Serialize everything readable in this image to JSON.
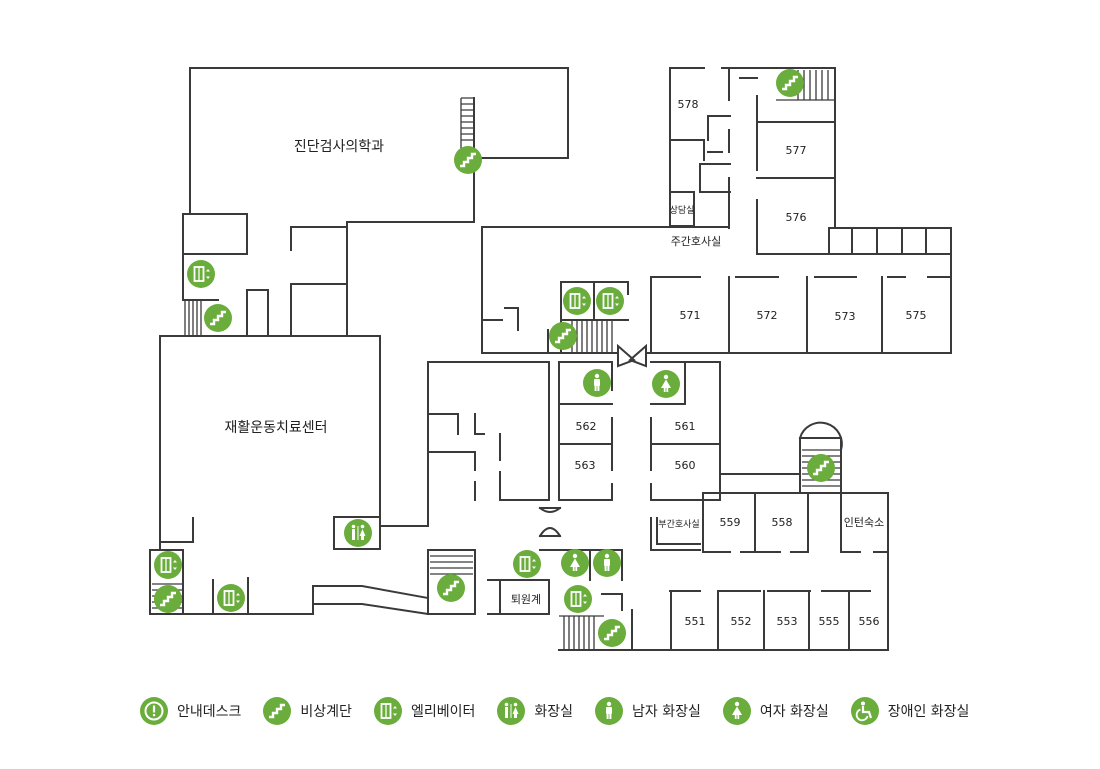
{
  "colors": {
    "icon_green": "#6aad3c",
    "wall": "#3a3a3a"
  },
  "rooms": {
    "diag": "진단검사의학과",
    "rehab": "재활운동치료센터",
    "r578": "578",
    "r577": "577",
    "r576": "576",
    "counsel": "상담실",
    "day_station": "주간호사실",
    "r571": "571",
    "r572": "572",
    "r573": "573",
    "r575": "575",
    "r562": "562",
    "r561": "561",
    "r563": "563",
    "r560": "560",
    "vice_station": "부간호사실",
    "r559": "559",
    "r558": "558",
    "intern": "인턴숙소",
    "discharge": "퇴원계",
    "r551": "551",
    "r552": "552",
    "r553": "553",
    "r555": "555",
    "r556": "556"
  },
  "legend": [
    {
      "icon": "info-desk-icon",
      "label": "안내데스크"
    },
    {
      "icon": "emergency-stairs-icon",
      "label": "비상계단"
    },
    {
      "icon": "elevator-icon",
      "label": "엘리베이터"
    },
    {
      "icon": "restroom-icon",
      "label": "화장실"
    },
    {
      "icon": "mens-restroom-icon",
      "label": "남자 화장실"
    },
    {
      "icon": "womens-restroom-icon",
      "label": "여자 화장실"
    },
    {
      "icon": "accessible-restroom-icon",
      "label": "장애인 화장실"
    }
  ]
}
